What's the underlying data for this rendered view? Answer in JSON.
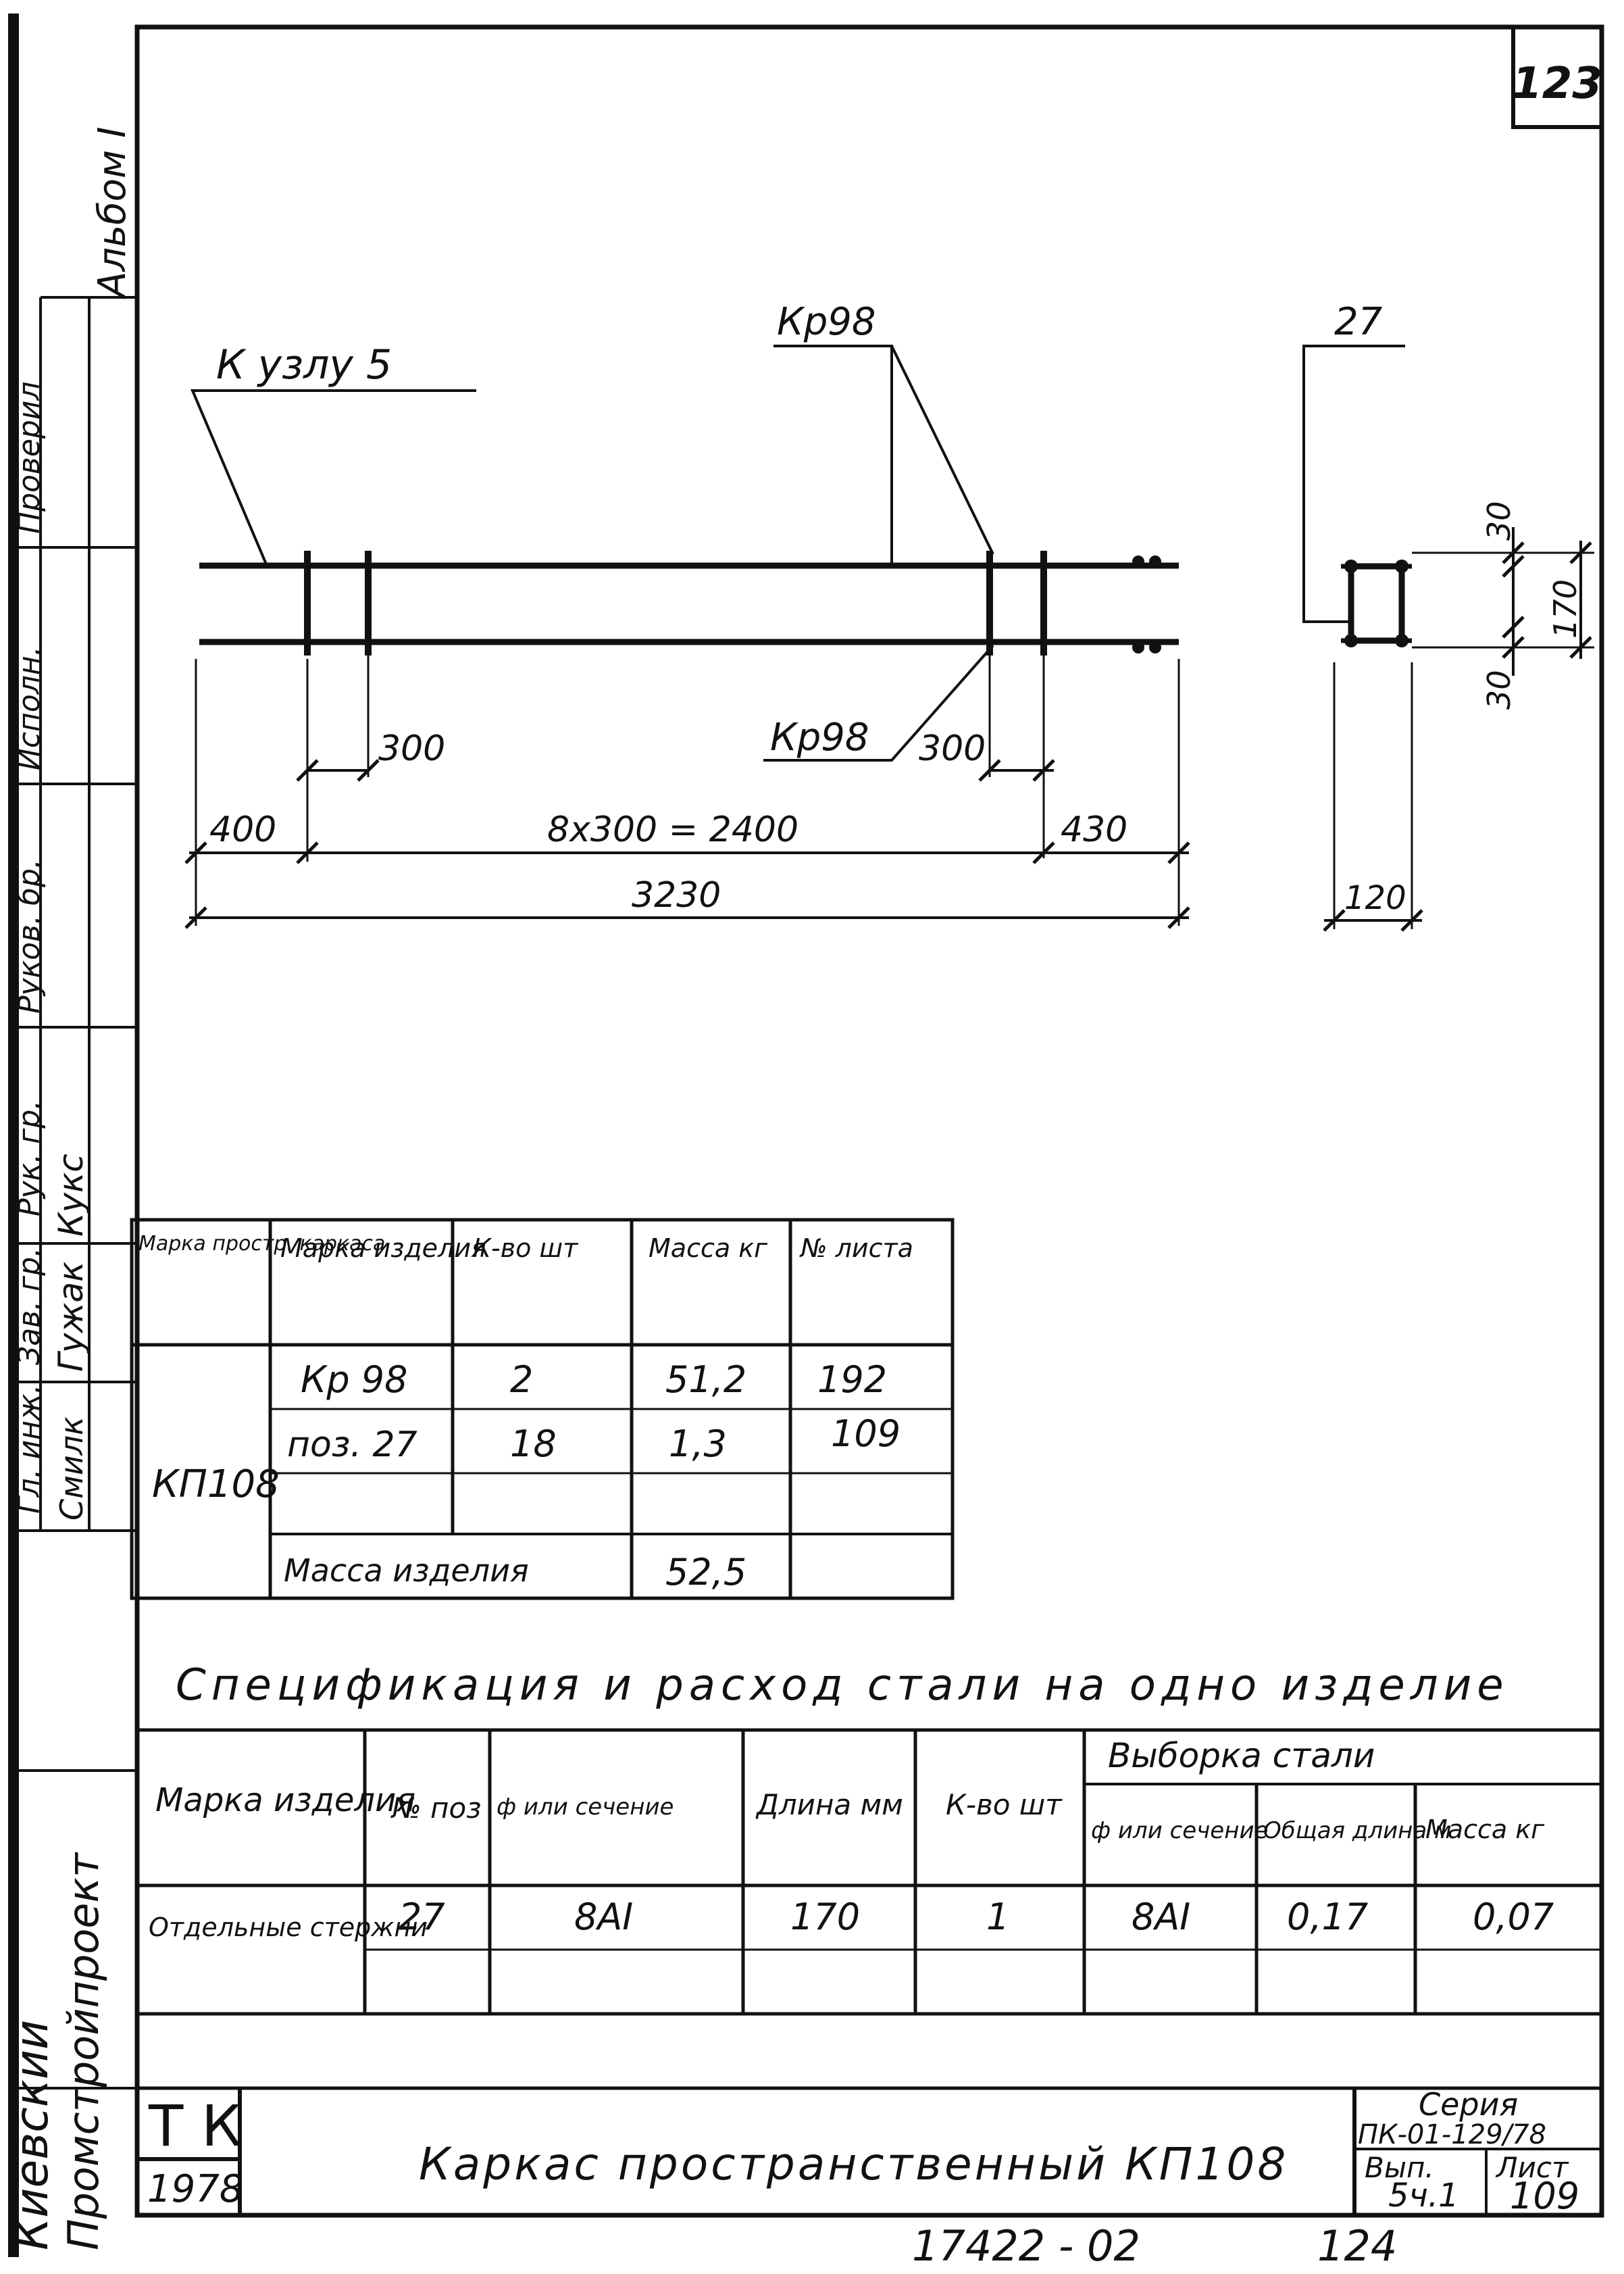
{
  "sheet": {
    "number_top": "123",
    "album": "Альбом I",
    "stamp_number": "17422 - 02",
    "stamp_page": "124"
  },
  "left_strip": {
    "org_line1": "Киевский",
    "org_line2": "Промстройпроект",
    "fragments": [
      "Гл. инж.",
      "Зав. гр.",
      "Рук. гр.",
      "Руков. бр.",
      "Исполн.",
      "Проверил"
    ],
    "names": [
      "Кукс",
      "Гужак",
      "Смилк"
    ]
  },
  "drawing": {
    "callouts": {
      "node": "К узлу 5",
      "kr_top": "Кр98",
      "kr_bottom": "Кр98",
      "section_pos": "27"
    },
    "dims": {
      "d300_left": "300",
      "d300_right": "300",
      "d400": "400",
      "d_mid": "8х300 = 2400",
      "d430": "430",
      "d_total": "3230",
      "d30_top": "30",
      "d30_bot": "30",
      "d170": "170",
      "d120": "120"
    }
  },
  "composition_table": {
    "headers": [
      "Марка простр. каркаса",
      "Марка изделия",
      "К-во шт",
      "Масса кг",
      "№ листа"
    ],
    "frame_mark": "КП108",
    "rows": [
      [
        "Кр 98",
        "2",
        "51,2",
        "192"
      ],
      [
        "поз. 27",
        "18",
        "1,3",
        "109"
      ]
    ],
    "total_label": "Масса изделия",
    "total_value": "52,5"
  },
  "spec": {
    "title": "Спецификация и расход стали на одно изделие",
    "headers": {
      "mark": "Марка изделия",
      "pos": "№ поз",
      "section": "ф или сечение",
      "length": "Длина мм",
      "qty": "К-во шт",
      "sample": "Выборка стали",
      "s_section": "ф или сечение",
      "s_total": "Общая длина м",
      "s_mass": "Масса кг"
    },
    "row": {
      "mark": "Отдельные стержни",
      "pos": "27",
      "section": "8АI",
      "length": "170",
      "qty": "1",
      "s_section": "8АI",
      "s_total": "0,17",
      "s_mass": "0,07"
    }
  },
  "title_block": {
    "tk": "Т К",
    "year": "1978",
    "title": "Каркас пространственный КП108",
    "series_label": "Серия",
    "series": "ПК-01-129/78",
    "vyp_label": "Вып.",
    "vyp": "5ч.1",
    "list_label": "Лист",
    "list": "109"
  }
}
